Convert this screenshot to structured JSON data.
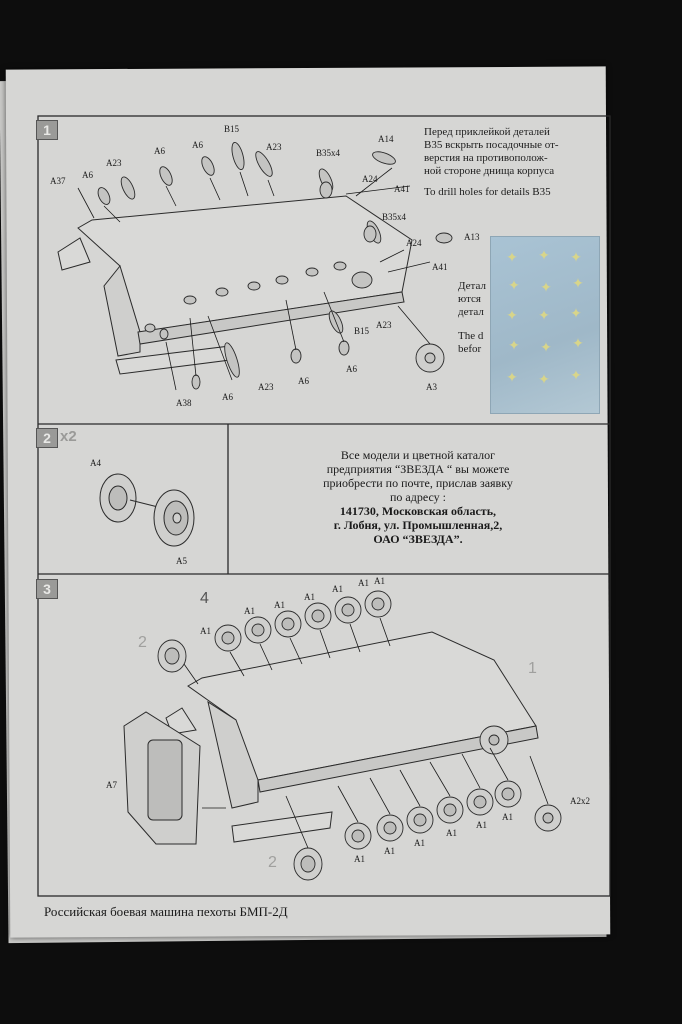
{
  "step1": {
    "number": "1",
    "note_ru_l1": "Перед приклейкой деталей",
    "note_ru_l2": "B35 вскрыть посадочные от-",
    "note_ru_l3": "верстия на противополож-",
    "note_ru_l4": "ной стороне днища корпуса",
    "note_en": "To drill holes for details B35",
    "note2_ru_a": "Детал",
    "note2_ru_b": "ются",
    "note2_ru_c": "детал",
    "note2_en_a": "The d",
    "note2_en_b": "befor",
    "labels": {
      "a37": "A37",
      "a6_1": "A6",
      "a23_1": "A23",
      "a6_2": "A6",
      "a6_3": "A6",
      "b15_1": "B15",
      "a23_2": "A23",
      "b35x4_1": "B35x4",
      "a14": "A14",
      "a24_1": "A24",
      "a41_1": "A41",
      "b35x4_2": "B35x4",
      "a24_2": "A24",
      "a13": "A13",
      "a41_2": "A41",
      "b15_2": "B15",
      "a23_3": "A23",
      "a6_4": "A6",
      "a6_5": "A6",
      "a23_4": "A23",
      "a6_6": "A6",
      "a38": "A38",
      "a3": "A3"
    }
  },
  "step2": {
    "number": "2",
    "multiplier": "x2",
    "labels": {
      "a4": "A4",
      "a5": "A5"
    }
  },
  "info": {
    "line1": "Все модели и цветной каталог",
    "line2": "предприятия “ЗВЕЗДА “ вы можете",
    "line3": "приобрести по почте, прислав заявку",
    "line4": "по адресу :",
    "line5": "141730, Московская область,",
    "line6": "г. Лобня, ул. Промышленная,2,",
    "line7": "ОАО “ЗВЕЗДА”."
  },
  "step3": {
    "number": "3",
    "labels": {
      "t4": "4",
      "t2a": "2",
      "t1": "1",
      "t2b": "2",
      "a7": "A7",
      "a2x2": "A2x2",
      "top_a1_1": "A1",
      "top_a1_2": "A1",
      "top_a1_3": "A1",
      "top_a1_4": "A1",
      "top_a1_5": "A1",
      "top_a1_6": "A1",
      "top_a1_7": "A1",
      "bot_a1_1": "A1",
      "bot_a1_2": "A1",
      "bot_a1_3": "A1",
      "bot_a1_4": "A1",
      "bot_a1_5": "A1",
      "bot_a1_6": "A1"
    }
  },
  "footer": "Российская боевая машина пехоты БМП-2Д"
}
